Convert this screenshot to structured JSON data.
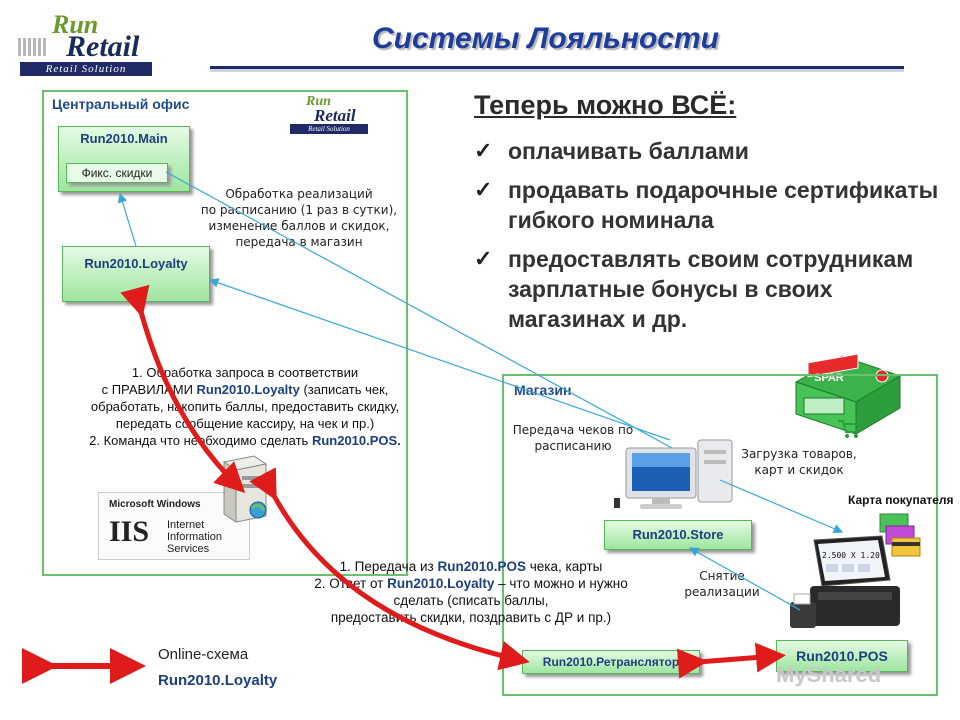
{
  "logo": {
    "run": "Run",
    "retail": "Retail",
    "tagline": "Retail Solution"
  },
  "page_title": "Системы Лояльности",
  "central_office": {
    "label": "Центральный офис",
    "main_box": "Run2010.Main",
    "discount_box": "Фикс. скидки",
    "loyalty_box": "Run2010.Loyalty",
    "schedule_note": "Обработка реализаций\nпо расписанию (1 раз в сутки),\nизменение баллов и скидок,\nпередача в магазин"
  },
  "processing_note": {
    "line1": "1. Обработка запроса в соответствии",
    "line2_pre": "с ПРАВИЛАМИ ",
    "line2_bold": "Run2010.Loyalty",
    "line2_post": " (записать чек,",
    "line3": "обработать, накопить баллы, предоставить скидку,",
    "line4": "передать сообщение кассиру, на  чек и пр.)",
    "line5_pre": "2. Команда что необходимо сделать ",
    "line5_bold": "Run2010.POS."
  },
  "iis": {
    "ms": "Microsoft Windows",
    "big": "IIS",
    "txt1": "Internet",
    "txt2": "Information",
    "txt3": "Services"
  },
  "transfer_note": {
    "line1_pre": "1. Передача из ",
    "line1_bold": "Run2010.POS",
    "line1_post": " чека, карты",
    "line2_pre": "2. Ответ от ",
    "line2_bold": "Run2010.Loyalty",
    "line2_post": " – что можно и нужно",
    "line3": "сделать  (списать баллы,",
    "line4": "предоставить скидки, поздравить с ДР и пр.)"
  },
  "headline": "Теперь можно ВСЁ:",
  "bullets": [
    "оплачивать баллами",
    "продавать подарочные сертификаты гибкого номинала",
    "предоставлять своим сотрудникам зарплатные бонусы в своих магазинах и др."
  ],
  "store": {
    "label": "Магазин",
    "sign": "SPAR",
    "checks_note": "Передача чеков по\nрасписанию",
    "goods_note": "Загрузка товаров,\nкарт и скидок",
    "store_box": "Run2010.Store",
    "pos_box": "Run2010.POS",
    "relay_box": "Run2010.Ретранслятор",
    "sales_note": "Снятие\nреализации",
    "card_label": "Карта покупателя",
    "pos_screen": "2.500 X 1.20"
  },
  "legend": {
    "title": "Online-схема",
    "bold": "Run2010.Loyalty"
  },
  "watermark": "MyShared",
  "colors": {
    "panel_border": "#6cc06c",
    "box_fill": "#b6ecb6",
    "arrow_red": "#e01b1b",
    "thin_line": "#3aa6d8",
    "title_blue": "#1e3c9a"
  }
}
